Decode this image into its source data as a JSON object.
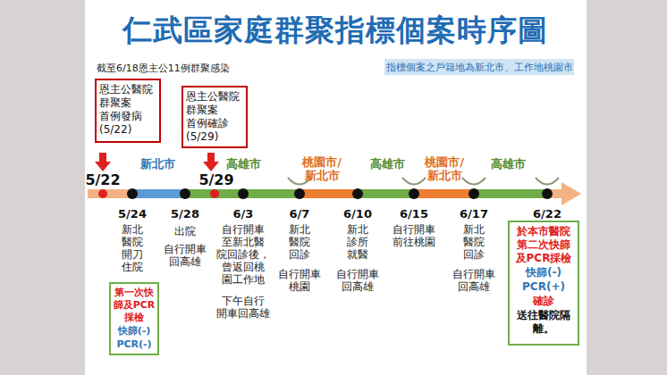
{
  "diagram": {
    "title": "仁武區家庭群聚指標個案時序圖",
    "nodes": [
      {
        "text": [
          "指標個案之戶籍地為新北市、工作地桃園市"
        ]
      },
      {
        "text": [
          "恩主公醫院 群聚案 首例發病 (5/22)"
        ]
      },
      {
        "text": [
          "恩主公醫院 群聚案 首例確診 (5/29)"
        ]
      },
      {
        "text": [
          "第一次快 篩及PCR 採檢",
          "快篩(-)",
          "PCR(-)"
        ]
      },
      {
        "text": [
          "於本市醫院 第二次快篩 及PCR採檢",
          "快篩(-)",
          "PCR(+)",
          "確診",
          "送往醫院隔 離。"
        ]
      }
    ],
    "labels": [
      "截至6/18恩主公11例群聚感染",
      "5/22",
      "新北市",
      "5/29",
      "高雄市",
      "桃園市/ 新北市",
      "高雄市",
      "桃園市/ 新北市",
      "高雄市",
      "5/24",
      "5/28",
      "6/3",
      "6/7",
      "6/10",
      "6/15",
      "6/17",
      "6/22",
      "新北 醫院 開刀 住院",
      "出院",
      "自行開車 回高雄",
      "自行開車 至新北醫 院回診後， 曾返回桃 園工作地",
      "下午自行 開車回高雄",
      "新北 醫院 回診",
      "自行開車 桃園",
      "新北 診所 就醫",
      "自行開車 回高雄",
      "自行開車 前往桃園",
      "新北 醫院 回診",
      "自行開車 回高雄"
    ]
  }
}
